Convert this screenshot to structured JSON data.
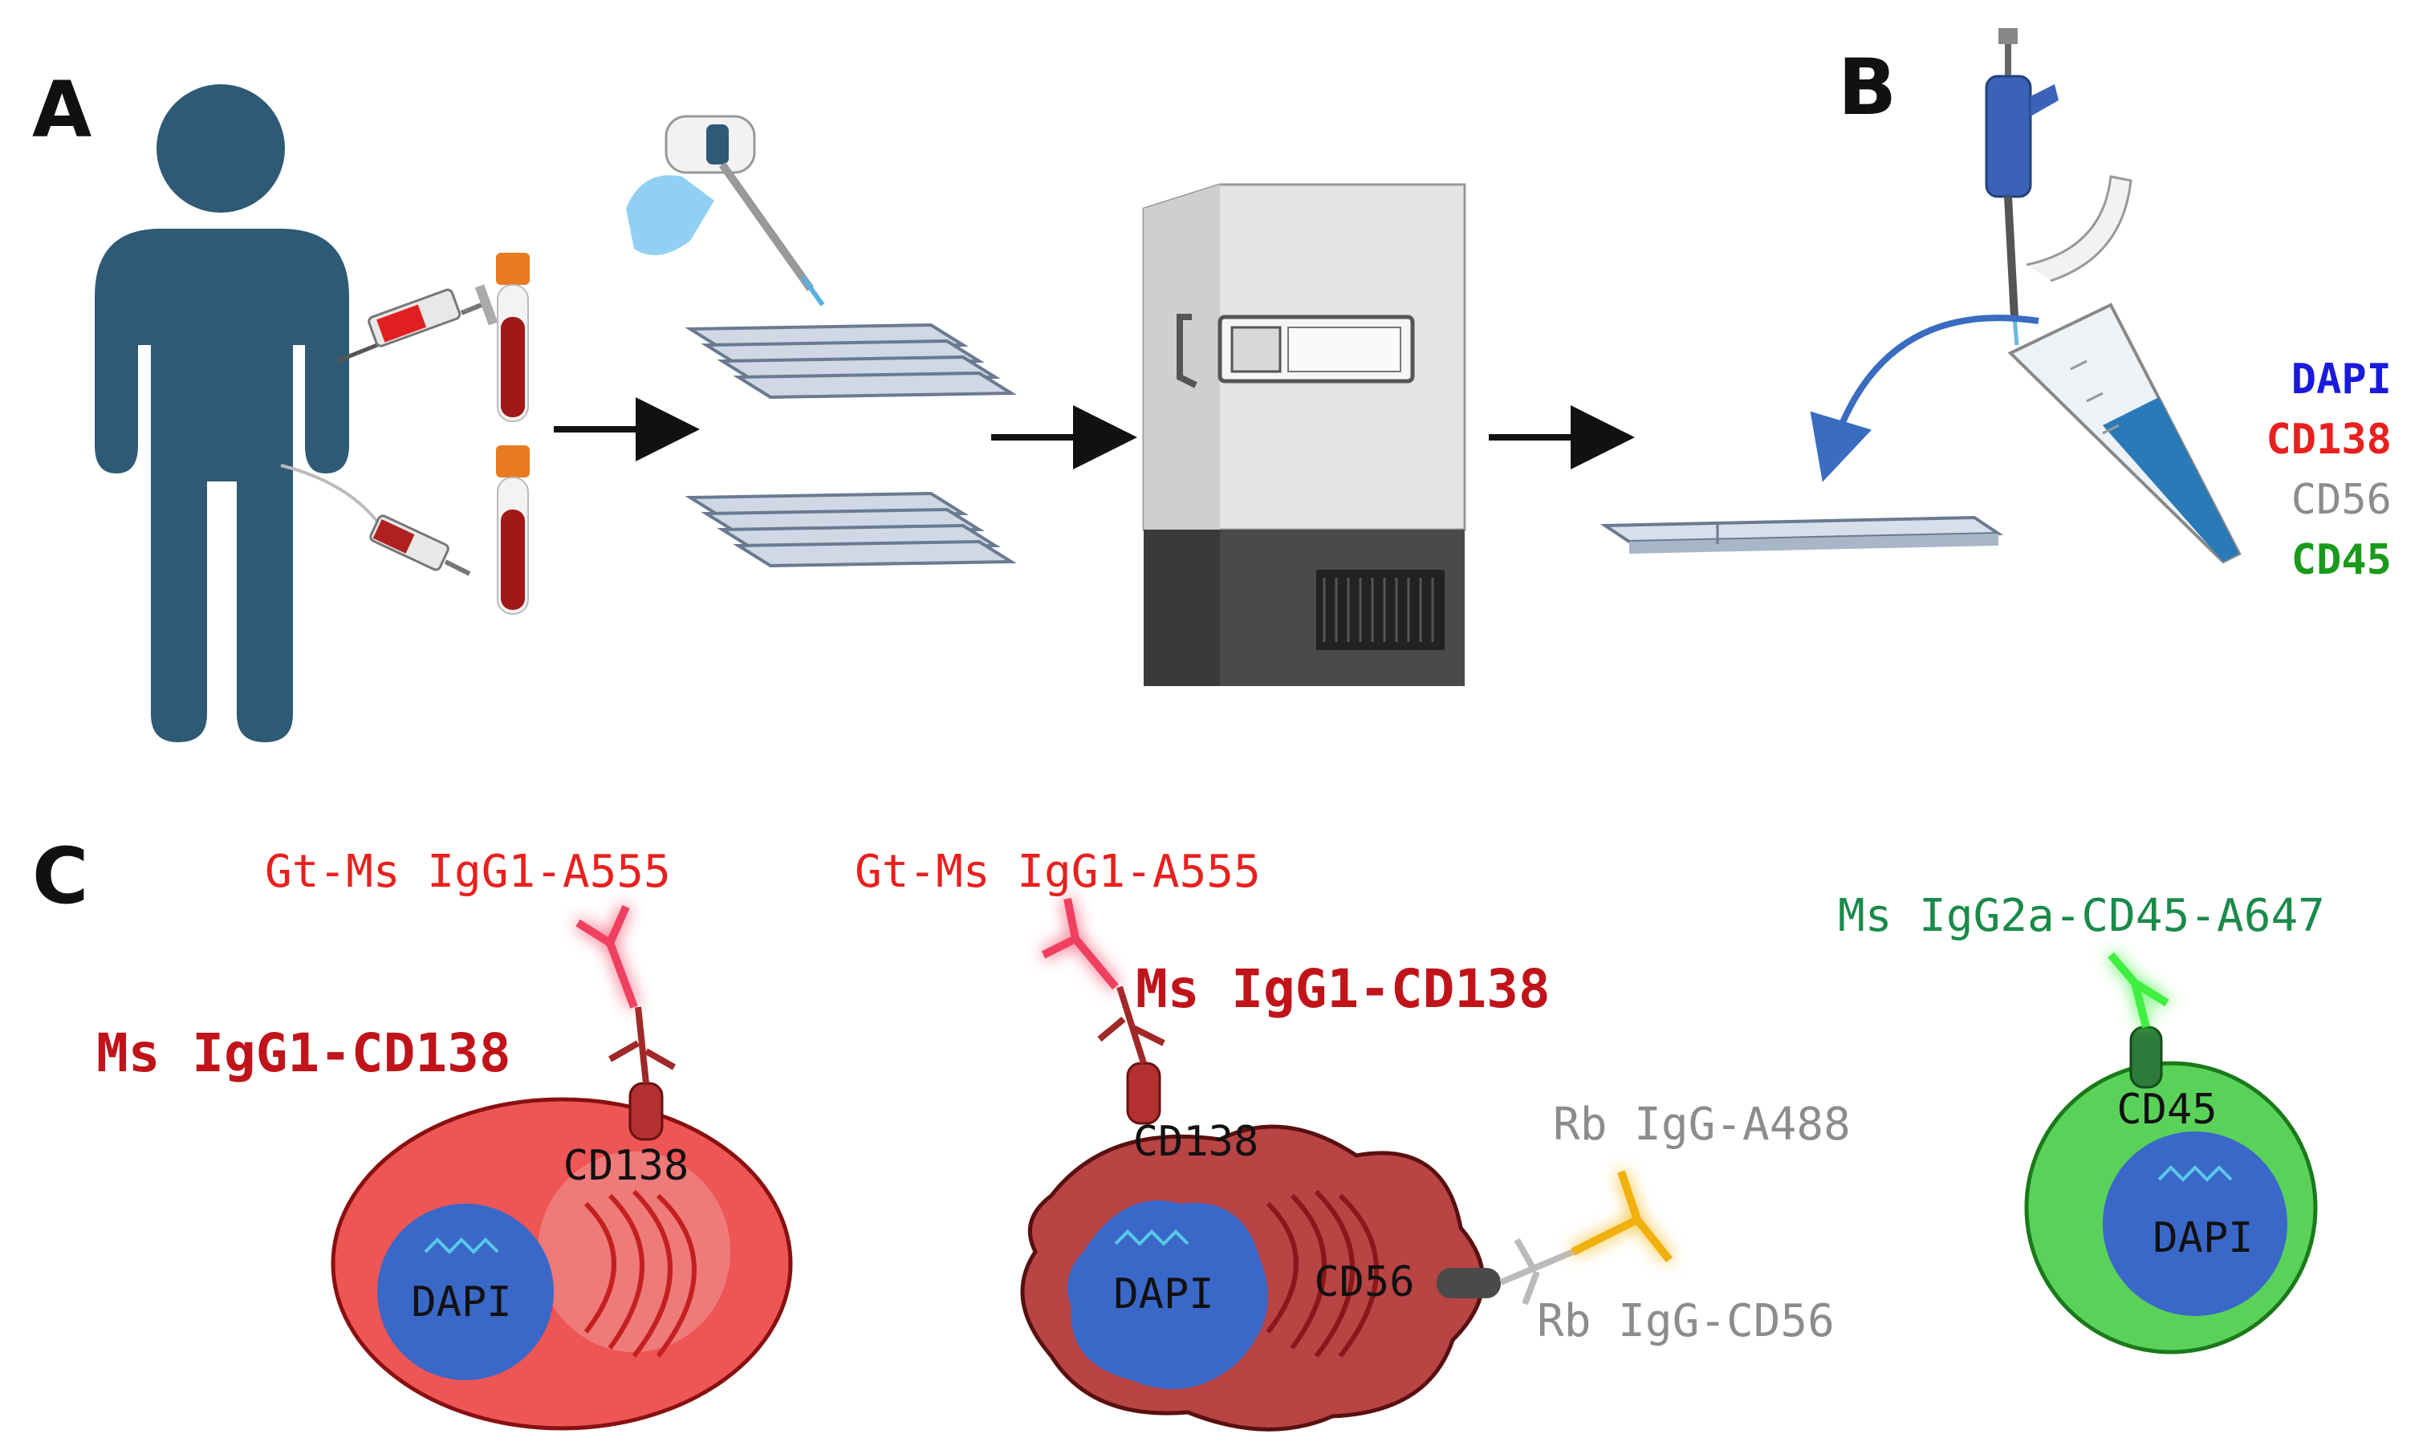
{
  "panels": {
    "a": "A",
    "b": "B",
    "c": "C"
  },
  "stain_legend": [
    {
      "label": "DAPI",
      "color": "#1a1adc"
    },
    {
      "label": "CD138",
      "color": "#e8201e"
    },
    {
      "label": "CD56",
      "color": "#8c8c8c"
    },
    {
      "label": "CD45",
      "color": "#1a9a1a"
    }
  ],
  "cells": {
    "cell1": {
      "secondary": "Gt-Ms IgG1-A555",
      "primary": "Ms IgG1-CD138",
      "receptor": "CD138",
      "nucleus": "DAPI"
    },
    "cell2": {
      "secondary": "Gt-Ms IgG1-A555",
      "primary": "Ms IgG1-CD138",
      "receptor": "CD138",
      "receptor2": "CD56",
      "secondary2": "Rb IgG-A488",
      "primary2": "Rb IgG-CD56",
      "nucleus": "DAPI"
    },
    "cell3": {
      "antibody": "Ms IgG2a-CD45-A647",
      "receptor": "CD45",
      "nucleus": "DAPI"
    }
  },
  "colors": {
    "person": "#2e5a75",
    "red_label": "#e8201e",
    "dark_red_label": "#c0141a",
    "gray_label": "#8c8c8c",
    "green_label": "#1a8a4a",
    "nucleus": "#3a68c8",
    "arrow": "#111111"
  }
}
